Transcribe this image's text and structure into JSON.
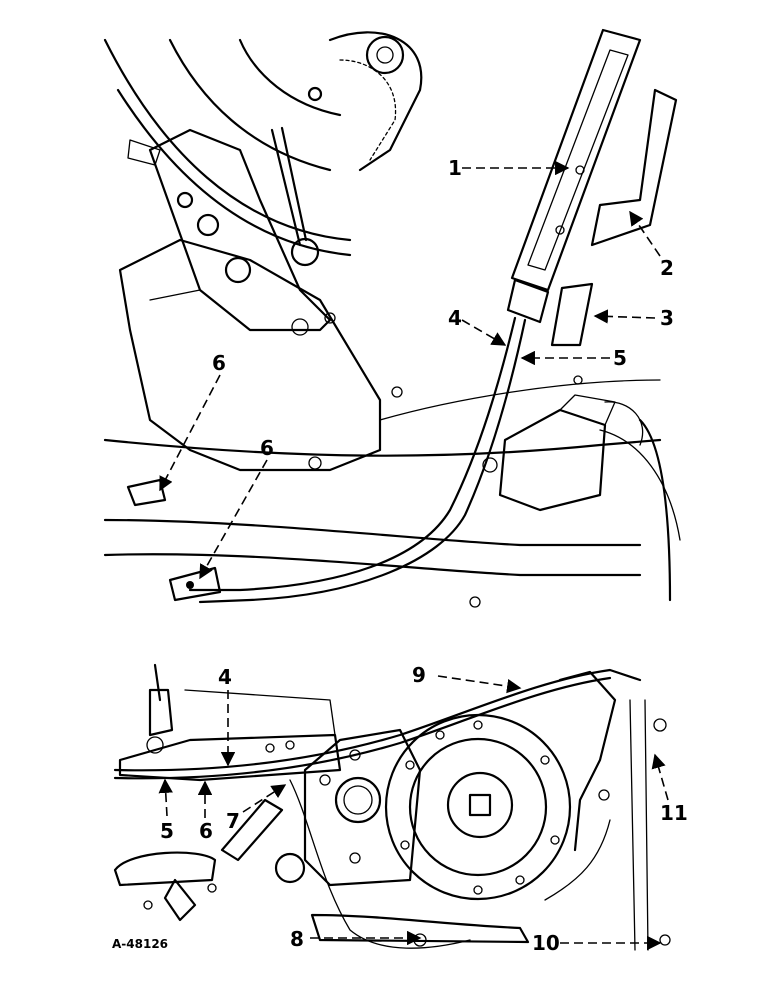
{
  "figure": {
    "reference_number": "A-48126"
  },
  "top_view": {
    "callouts": [
      "1",
      "2",
      "3",
      "4",
      "5",
      "6",
      "6"
    ]
  },
  "bottom_view": {
    "callouts": [
      "4",
      "9",
      "5",
      "6",
      "7",
      "11",
      "8",
      "10"
    ]
  }
}
